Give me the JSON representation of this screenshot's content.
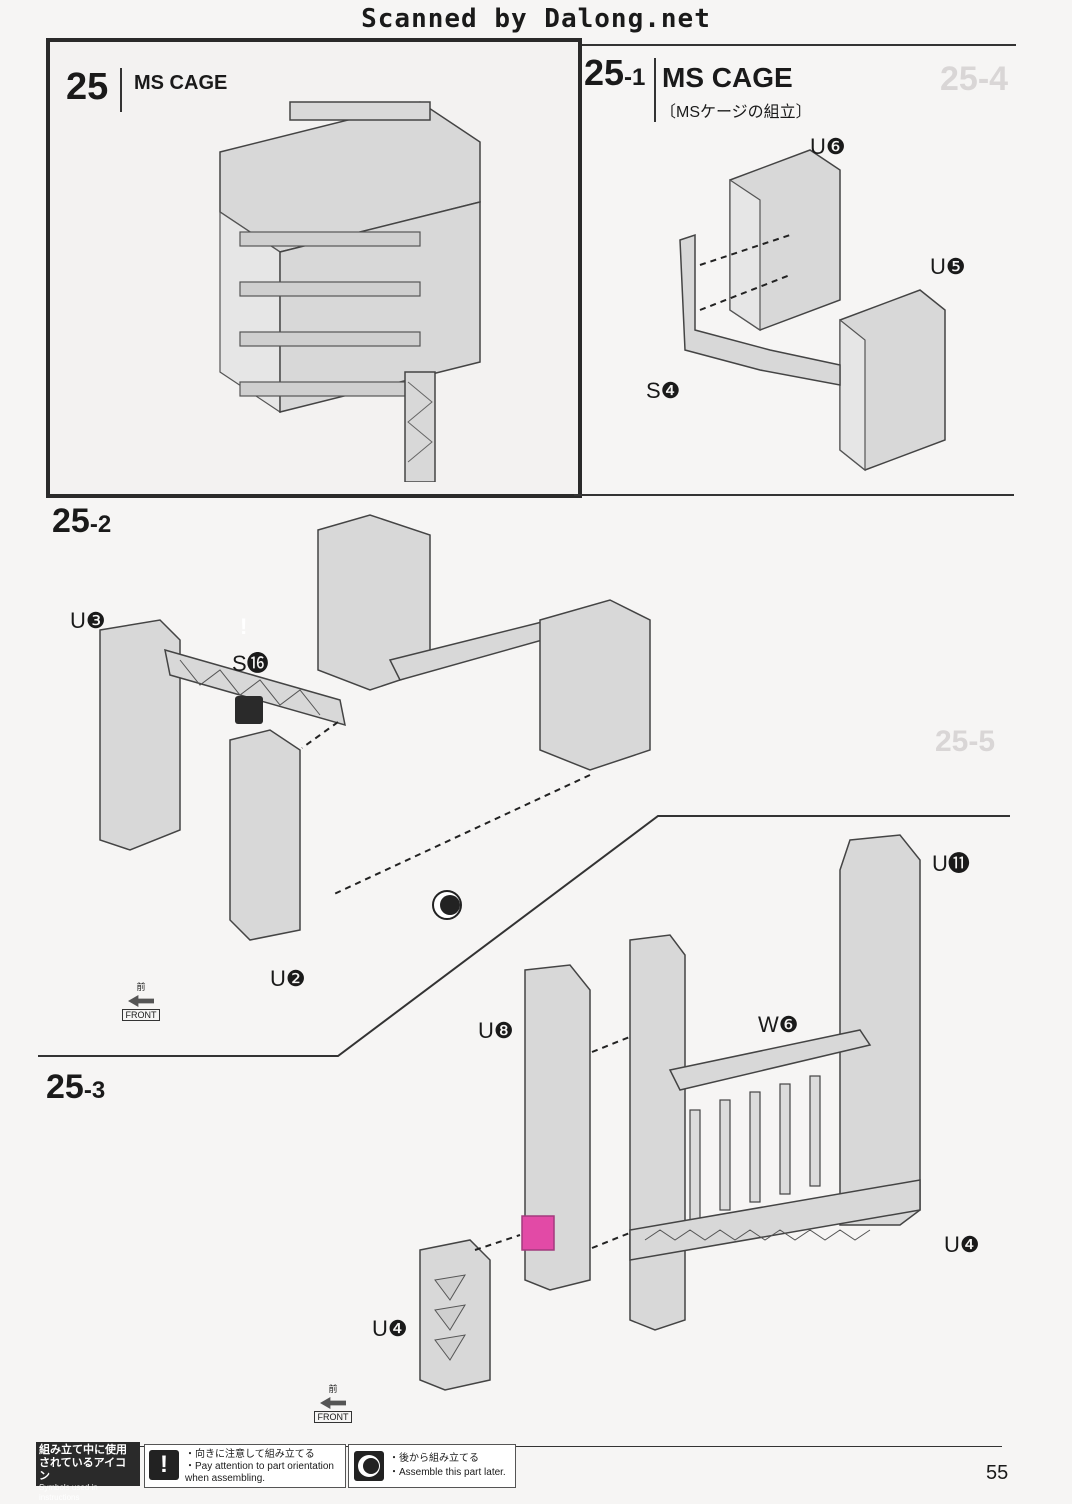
{
  "header": {
    "watermark": "Scanned by Dalong.net"
  },
  "step25": {
    "num": "25",
    "title": "MS CAGE"
  },
  "step25_1": {
    "num": "25",
    "sub": "-1",
    "title": "MS CAGE",
    "subtitle": "〔MSケージの組立〕",
    "parts": [
      "U❻",
      "U❺",
      "S❹"
    ]
  },
  "step25_2": {
    "num": "25",
    "sub": "-2",
    "parts": [
      "U❸",
      "S⓰",
      "U❷"
    ],
    "front_top": "前",
    "front_label": "FRONT"
  },
  "step25_3": {
    "num": "25",
    "sub": "-3",
    "parts": [
      "U⓫",
      "U❽",
      "W❻",
      "U❹",
      "U❹"
    ],
    "front_top": "前",
    "front_label": "FRONT"
  },
  "legend": {
    "title_jp": "組み立て中に使用されているアイコン",
    "title_en": "Symbols used in instructions",
    "item1_jp": "・向きに注意して組み立てる",
    "item1_en": "・Pay attention to part orientation when assembling.",
    "item2_jp": "・後から組み立てる",
    "item2_en": "・Assemble this part later."
  },
  "page_number": "55",
  "colors": {
    "accent_part": "#e24aa6",
    "parts_gray": "#d8d8d8",
    "ink": "#1a1a1a"
  }
}
